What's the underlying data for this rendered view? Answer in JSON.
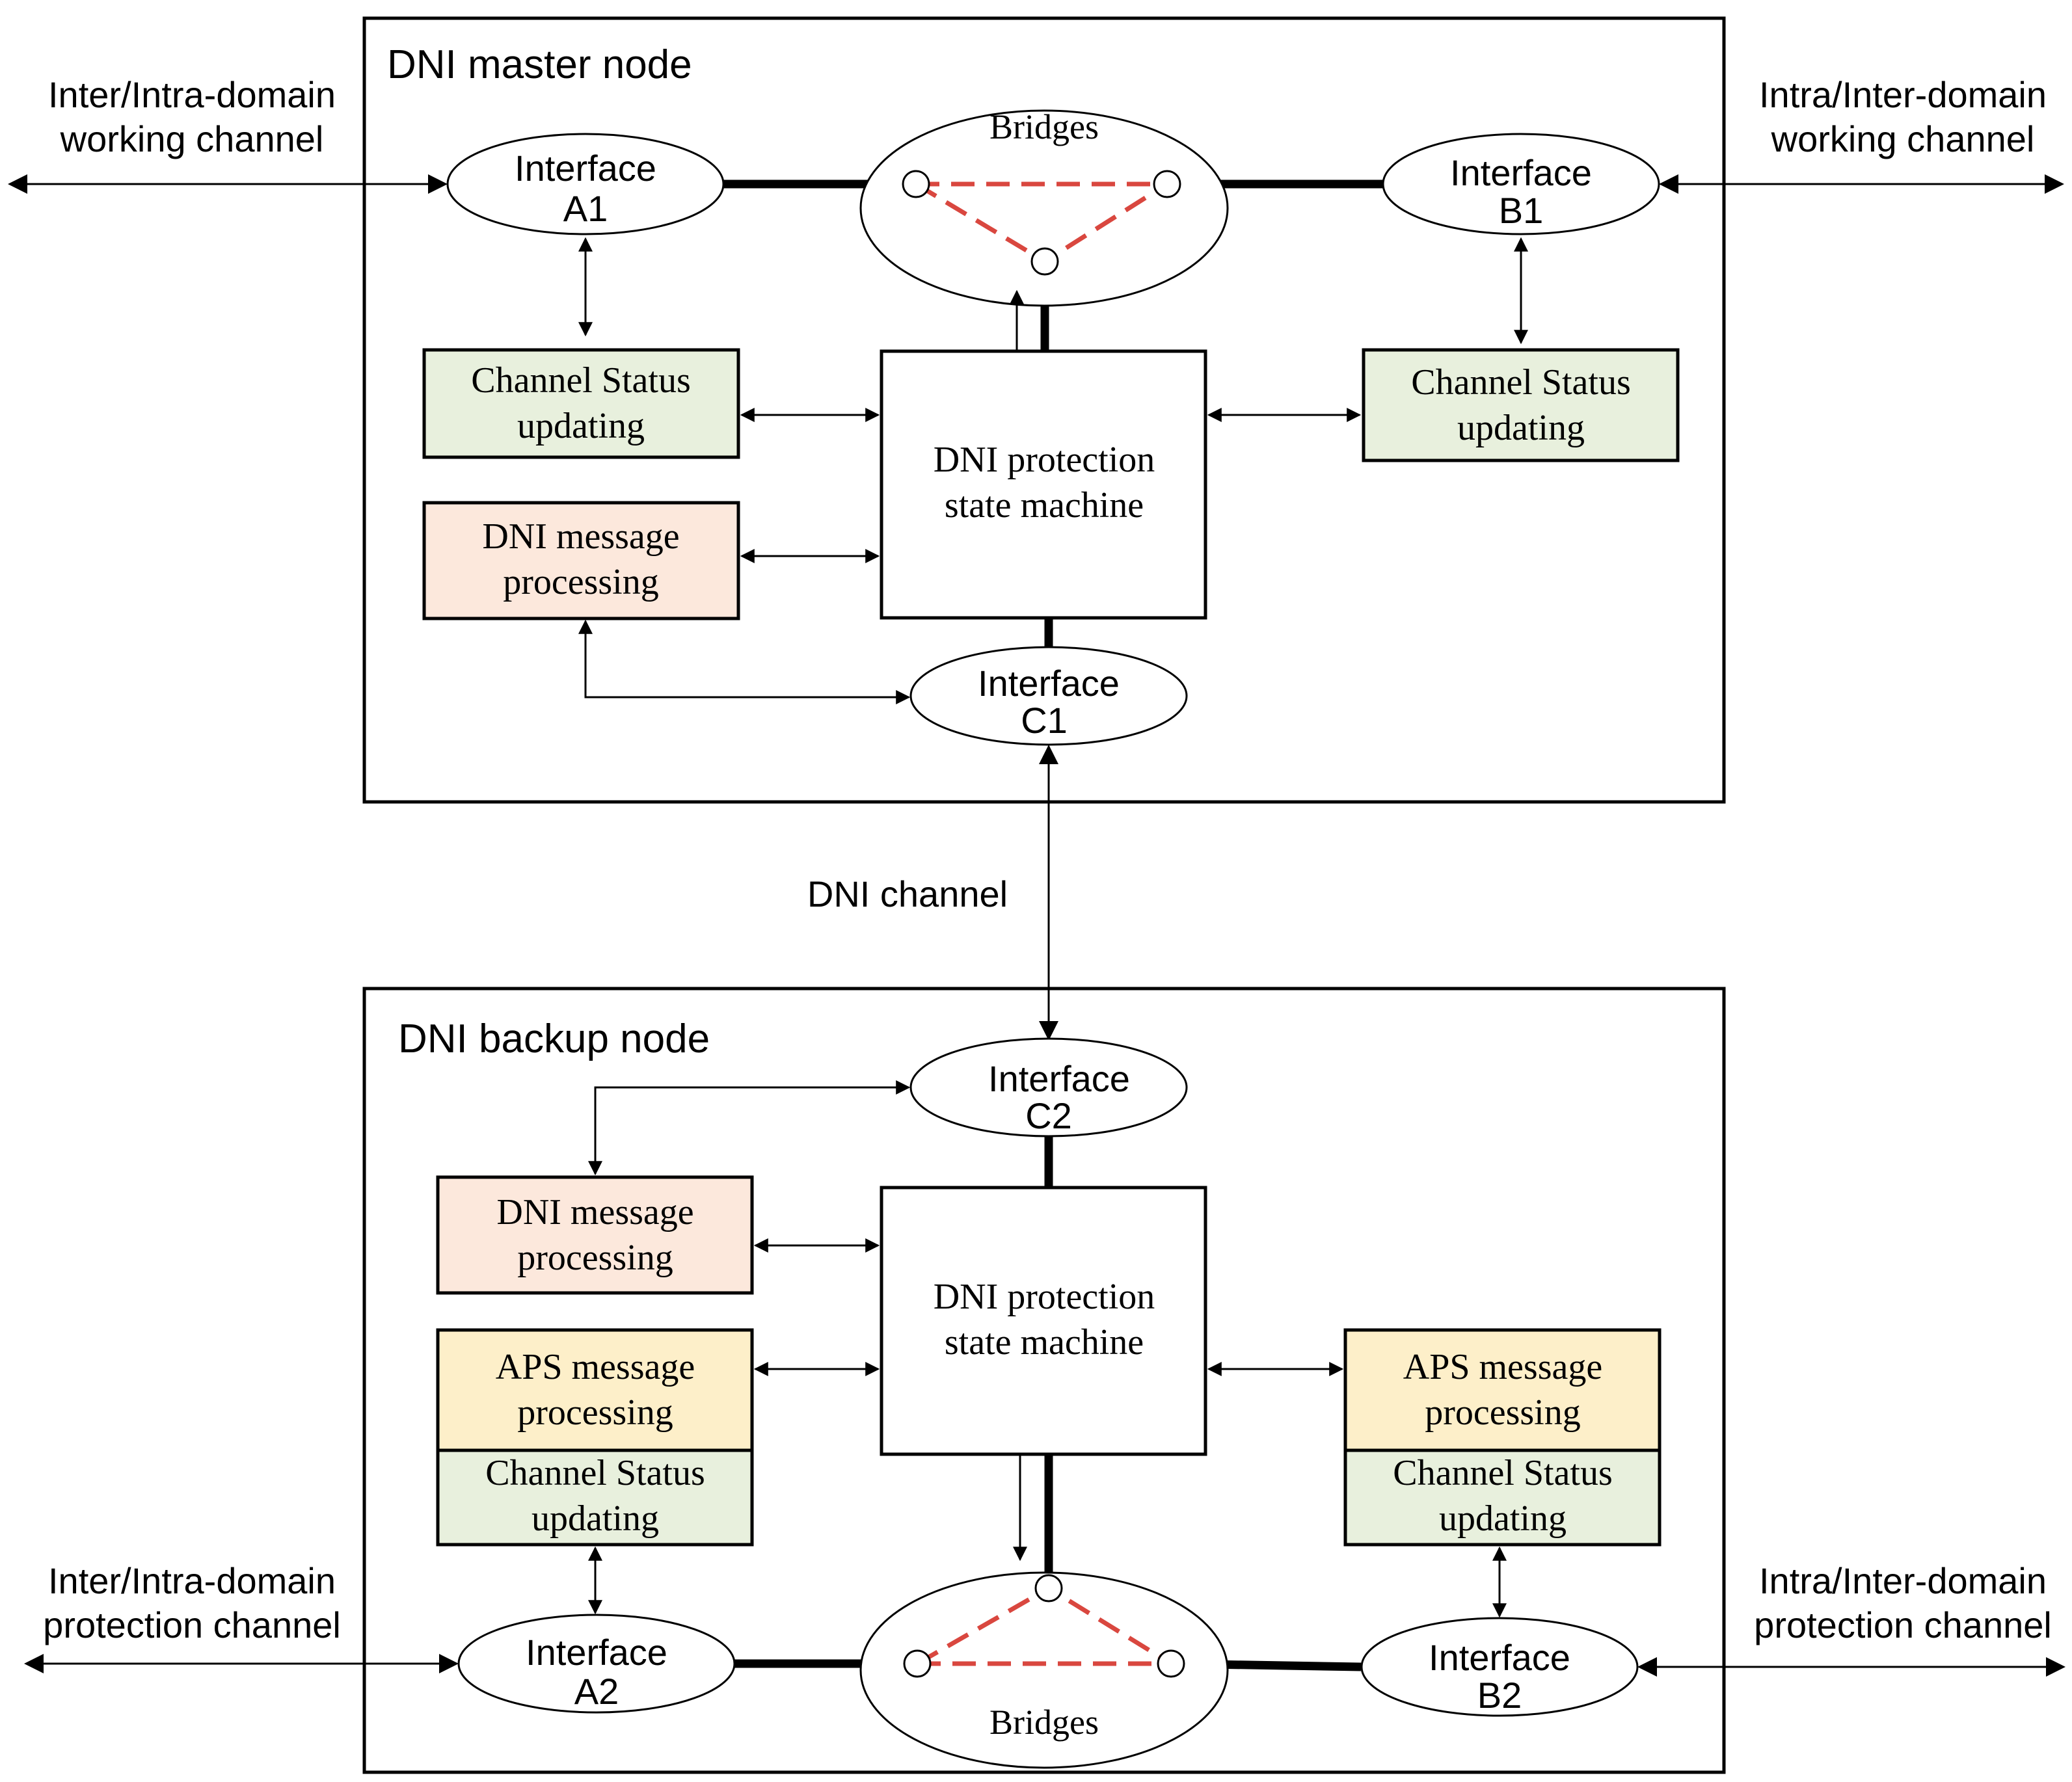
{
  "master": {
    "title": "DNI master node",
    "bridges": "Bridges",
    "interface_a": [
      "Interface",
      "A1"
    ],
    "interface_b": [
      "Interface",
      "B1"
    ],
    "interface_c": [
      "Interface",
      "C1"
    ],
    "status_left": [
      "Channel Status",
      "updating"
    ],
    "status_right": [
      "Channel Status",
      "updating"
    ],
    "dni_msg": [
      "DNI message",
      "processing"
    ],
    "state_machine": [
      "DNI protection",
      "state machine"
    ]
  },
  "backup": {
    "title": "DNI backup node",
    "bridges": "Bridges",
    "interface_a": [
      "Interface",
      "A2"
    ],
    "interface_b": [
      "Interface",
      "B2"
    ],
    "interface_c": [
      "Interface",
      "C2"
    ],
    "dni_msg": [
      "DNI message",
      "processing"
    ],
    "aps_left": [
      "APS message",
      "processing"
    ],
    "aps_right": [
      "APS message",
      "processing"
    ],
    "status_left": [
      "Channel Status",
      "updating"
    ],
    "status_right": [
      "Channel Status",
      "updating"
    ],
    "state_machine": [
      "DNI protection",
      "state machine"
    ]
  },
  "external": {
    "top_left": [
      "Inter/Intra-domain",
      "working channel"
    ],
    "top_right": [
      "Intra/Inter-domain",
      "working channel"
    ],
    "bottom_left": [
      "Inter/Intra-domain",
      "protection channel"
    ],
    "bottom_right": [
      "Intra/Inter-domain",
      "protection channel"
    ],
    "dni_channel": "DNI channel"
  },
  "colors": {
    "channel_status_fill": "#e8f0dd",
    "dni_message_fill": "#fce8dc",
    "aps_message_fill": "#fdefc9",
    "bridge_dash": "#d9473f"
  }
}
